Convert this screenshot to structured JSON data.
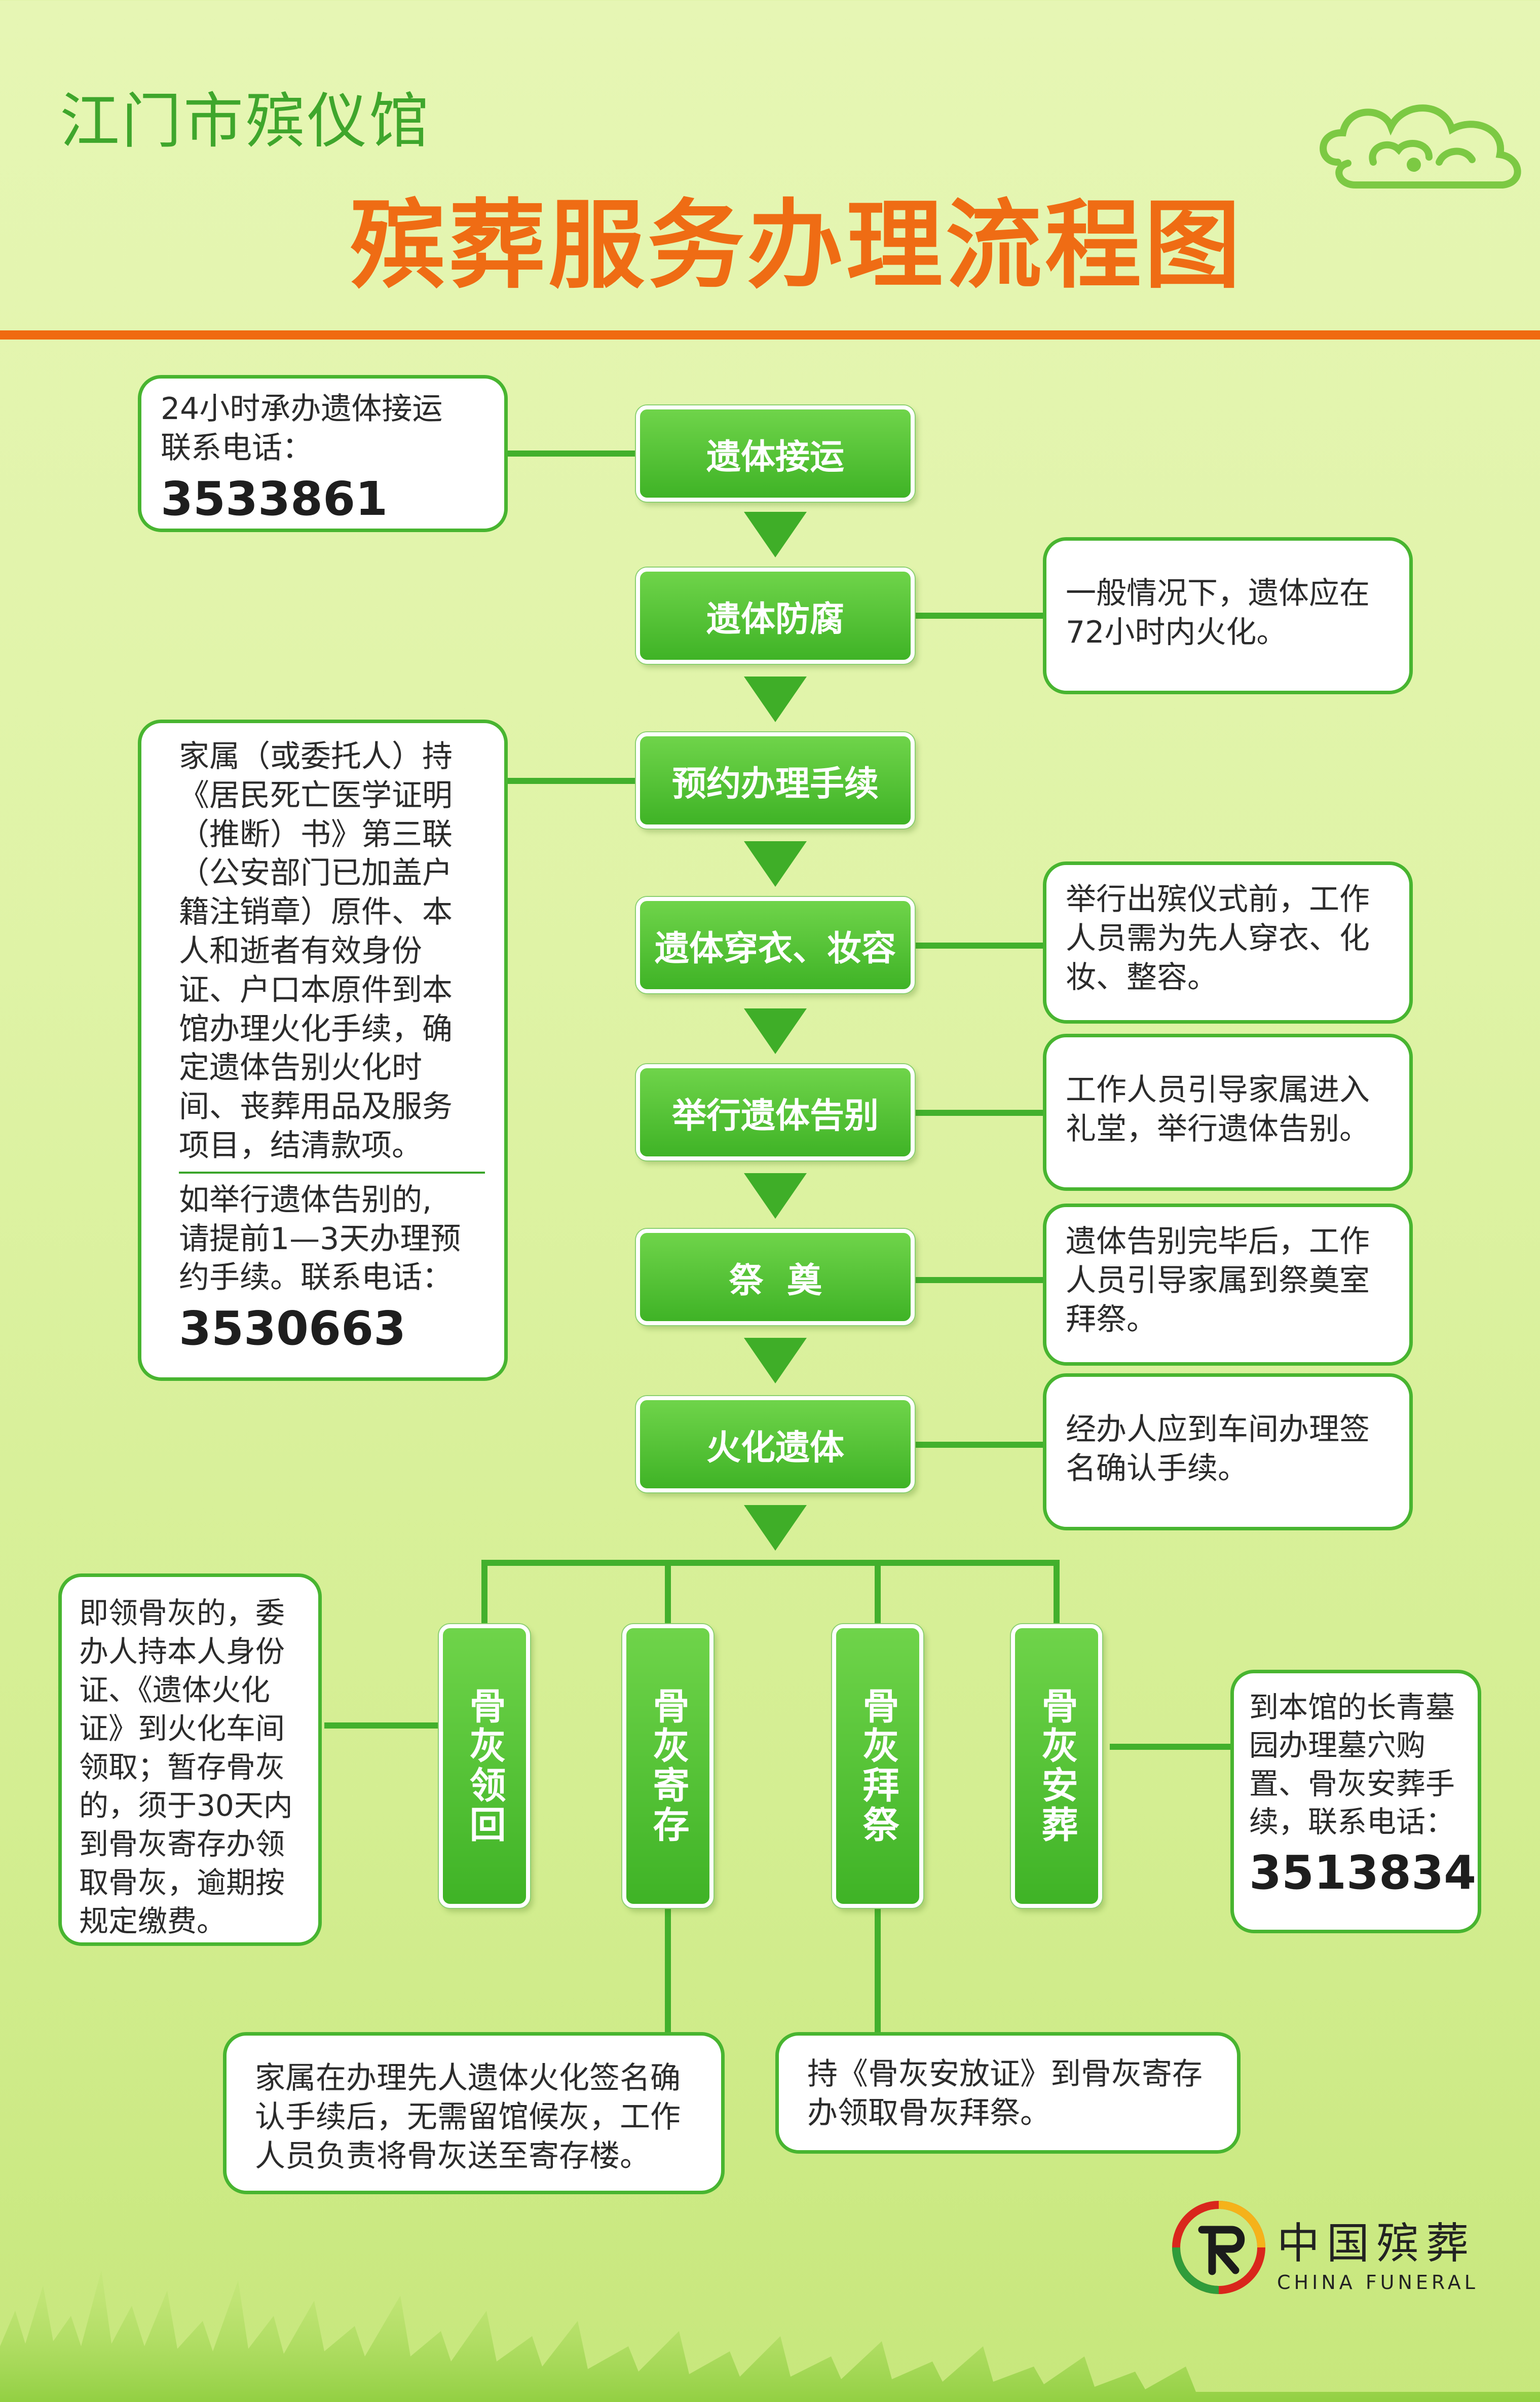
{
  "header": {
    "org": "江门市殡仪馆",
    "title": "殡葬服务办理流程图"
  },
  "steps": [
    "遗体接运",
    "遗体防腐",
    "预约办理手续",
    "遗体穿衣、妆容",
    "举行遗体告别",
    "祭  奠",
    "火化遗体"
  ],
  "branches": [
    "骨灰领回",
    "骨灰寄存",
    "骨灰拜祭",
    "骨灰安葬"
  ],
  "notes": {
    "transport": {
      "lines": [
        "24小时承办遗体接运",
        "联系电话："
      ],
      "phone": "3533861"
    },
    "embalm": {
      "lines": [
        "一般情况下，遗体应在",
        "72小时内火化。"
      ]
    },
    "booking": {
      "lines": [
        "家属（或委托人）持",
        "《居民死亡医学证明",
        "（推断）书》第三联",
        "（公安部门已加盖户",
        "籍注销章）原件、本",
        "人和逝者有效身份",
        "证、户口本原件到本",
        "馆办理火化手续，确",
        "定遗体告别火化时",
        "间、丧葬用品及服务",
        "项目，结清款项。"
      ],
      "extra_lines": [
        "如举行遗体告别的,",
        "请提前1—3天办理预",
        "约手续。联系电话："
      ],
      "phone": "3530663"
    },
    "dressing": {
      "lines": [
        "举行出殡仪式前，工作",
        "人员需为先人穿衣、化",
        "妆、整容。"
      ]
    },
    "farewell": {
      "lines": [
        "工作人员引导家属进入",
        "礼堂，举行遗体告别。"
      ]
    },
    "memorial": {
      "lines": [
        "遗体告别完毕后，工作",
        "人员引导家属到祭奠室",
        "拜祭。"
      ]
    },
    "cremation": {
      "lines": [
        "经办人应到车间办理签",
        "名确认手续。"
      ]
    },
    "collect": {
      "lines": [
        "即领骨灰的，委",
        "办人持本人身份",
        "证、《遗体火化",
        "证》到火化车间",
        "领取；暂存骨灰",
        "的，须于30天内",
        "到骨灰寄存办领",
        "取骨灰，逾期按",
        "规定缴费。"
      ]
    },
    "burial": {
      "lines": [
        "到本馆的长青墓",
        "园办理墓穴购",
        "置、骨灰安葬手",
        "续，联系电话："
      ],
      "phone": "3513834"
    },
    "storage": {
      "lines": [
        "家属在办理先人遗体火化签名确",
        "认手续后，无需留馆候灰，工作",
        "人员负责将骨灰送至寄存楼。"
      ]
    },
    "worship": {
      "lines": [
        "持《骨灰安放证》到骨灰寄存",
        "办领取骨灰拜祭。"
      ]
    }
  },
  "logo": {
    "text": "中国殡葬",
    "sub": "CHINA FUNERAL"
  },
  "colors": {
    "green": "#3fb326",
    "orange": "#f06a10",
    "background": "#dff3a6"
  }
}
